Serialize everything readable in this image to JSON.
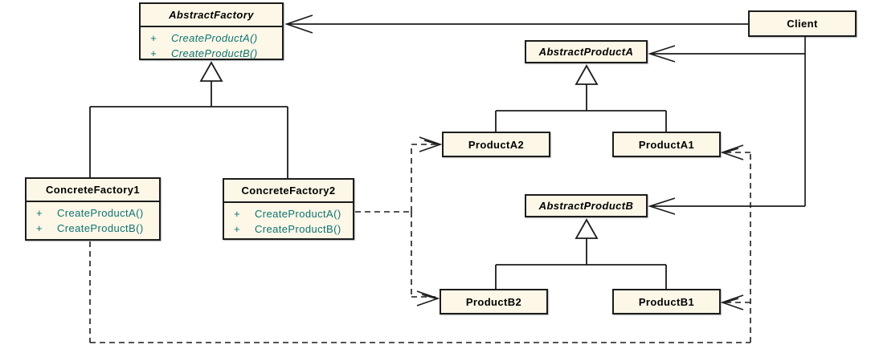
{
  "diagram": {
    "type": "uml-class-diagram",
    "pattern": "Abstract Factory"
  },
  "colors": {
    "class_fill": "#FCF7E7",
    "class_border": "#1C1C1C",
    "title_text": "#000000",
    "method_text": "#0E7373",
    "connector": "#1C1C1C",
    "background": "#FFFFFF"
  },
  "classes": {
    "abstractFactory": {
      "name": "AbstractFactory",
      "abstract": true,
      "methods": [
        {
          "visibility": "+",
          "signature": "CreateProductA()"
        },
        {
          "visibility": "+",
          "signature": "CreateProductB()"
        }
      ]
    },
    "client": {
      "name": "Client",
      "abstract": false
    },
    "abstractProductA": {
      "name": "AbstractProductA",
      "abstract": true
    },
    "productA2": {
      "name": "ProductA2",
      "abstract": false
    },
    "productA1": {
      "name": "ProductA1",
      "abstract": false
    },
    "abstractProductB": {
      "name": "AbstractProductB",
      "abstract": true
    },
    "productB2": {
      "name": "ProductB2",
      "abstract": false
    },
    "productB1": {
      "name": "ProductB1",
      "abstract": false
    },
    "concreteFactory1": {
      "name": "ConcreteFactory1",
      "abstract": false,
      "methods": [
        {
          "visibility": "+",
          "signature": "CreateProductA()"
        },
        {
          "visibility": "+",
          "signature": "CreateProductB()"
        }
      ]
    },
    "concreteFactory2": {
      "name": "ConcreteFactory2",
      "abstract": false,
      "methods": [
        {
          "visibility": "+",
          "signature": "CreateProductA()"
        },
        {
          "visibility": "+",
          "signature": "CreateProductB()"
        }
      ]
    }
  },
  "relationships": [
    {
      "from": "Client",
      "to": "AbstractFactory",
      "type": "association",
      "arrow": "open"
    },
    {
      "from": "Client",
      "to": "AbstractProductA",
      "type": "association",
      "arrow": "open"
    },
    {
      "from": "Client",
      "to": "AbstractProductB",
      "type": "association",
      "arrow": "open"
    },
    {
      "from": "ConcreteFactory1",
      "to": "AbstractFactory",
      "type": "generalization",
      "arrow": "hollow-triangle"
    },
    {
      "from": "ConcreteFactory2",
      "to": "AbstractFactory",
      "type": "generalization",
      "arrow": "hollow-triangle"
    },
    {
      "from": "ProductA2",
      "to": "AbstractProductA",
      "type": "generalization",
      "arrow": "hollow-triangle"
    },
    {
      "from": "ProductA1",
      "to": "AbstractProductA",
      "type": "generalization",
      "arrow": "hollow-triangle"
    },
    {
      "from": "ProductB2",
      "to": "AbstractProductB",
      "type": "generalization",
      "arrow": "hollow-triangle"
    },
    {
      "from": "ProductB1",
      "to": "AbstractProductB",
      "type": "generalization",
      "arrow": "hollow-triangle"
    },
    {
      "from": "ConcreteFactory2",
      "to": "ProductA2",
      "type": "dependency",
      "arrow": "open-dashed"
    },
    {
      "from": "ConcreteFactory2",
      "to": "ProductB2",
      "type": "dependency",
      "arrow": "open-dashed"
    },
    {
      "from": "ConcreteFactory1",
      "to": "ProductA1",
      "type": "dependency",
      "arrow": "open-dashed"
    },
    {
      "from": "ConcreteFactory1",
      "to": "ProductB1",
      "type": "dependency",
      "arrow": "open-dashed"
    }
  ]
}
